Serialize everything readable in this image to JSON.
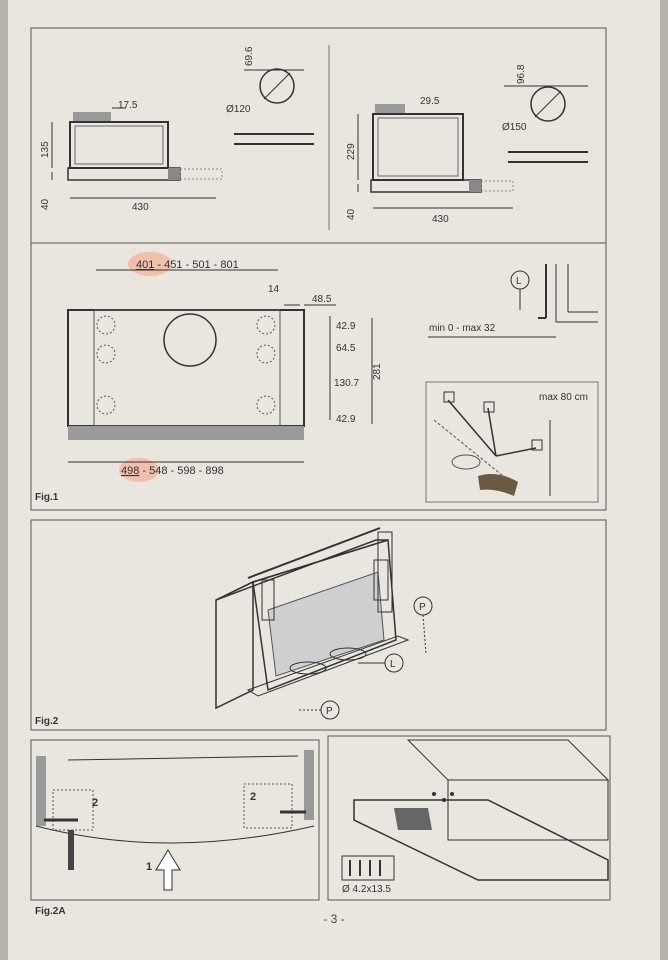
{
  "page_number": "- 3 -",
  "fig1": {
    "label": "Fig.1",
    "left_view": {
      "dim_top": "17.5",
      "dim_height": "135",
      "dim_base": "40",
      "dim_width": "430",
      "duct_offset": "69.6",
      "duct_diameter": "Ø120"
    },
    "right_view": {
      "dim_top": "29.5",
      "dim_height": "229",
      "dim_base": "40",
      "dim_width": "430",
      "duct_offset": "96.8",
      "duct_diameter": "Ø150"
    },
    "front_view": {
      "top_width": "401 - 451 - 501 - 801",
      "top_width_underlined": "401",
      "top_width_rest": " - 451 - 501 - 801",
      "bottom_width_underlined": "498",
      "bottom_width_rest": " - 548 - 598 - 898",
      "dim_14": "14",
      "dim_48_5": "48.5",
      "dim_42_9_top": "42.9",
      "dim_64_5": "64.5",
      "dim_130_7": "130.7",
      "dim_42_9_bottom": "42.9",
      "dim_281": "281"
    },
    "detail_L": {
      "marker": "L",
      "range": "min 0 - max 32"
    },
    "install_detail": {
      "max_label": "max 80 cm"
    }
  },
  "fig2": {
    "label": "Fig.2",
    "marker_P_top": "P",
    "marker_L": "L",
    "marker_P_bottom": "P"
  },
  "fig2A": {
    "label": "Fig.2A",
    "step_left": "2",
    "step_right": "2",
    "step_push": "1",
    "screw_size": "Ø 4.2x13.5"
  }
}
